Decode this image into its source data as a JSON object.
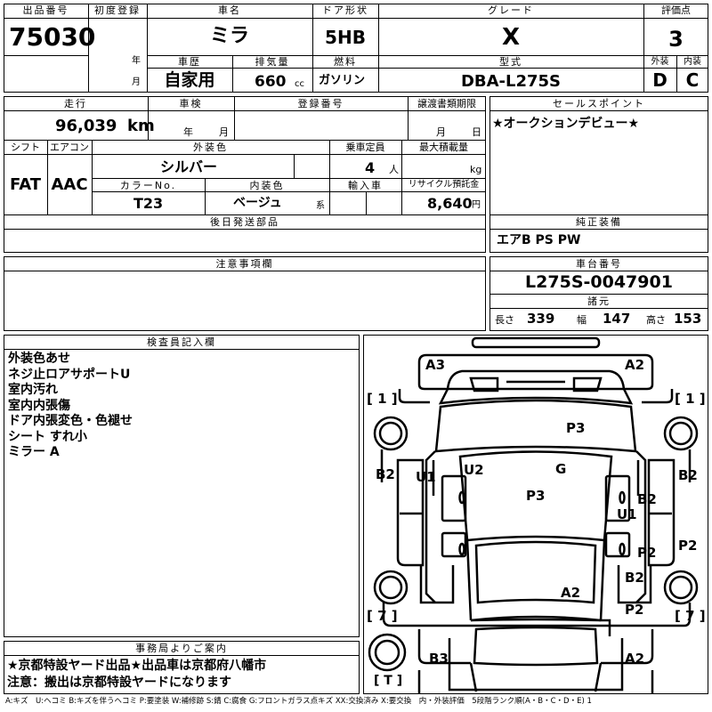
{
  "header": {
    "lot_label": "出品番号",
    "lot_number": "75030",
    "first_reg_label": "初度登録",
    "year_unit": "年",
    "month_unit": "月",
    "car_name_label": "車名",
    "car_name": "ミラ",
    "door_label": "ドア形状",
    "door": "5HB",
    "grade_label": "グレード",
    "grade": "X",
    "score_label": "評価点",
    "score": "3",
    "history_label": "車歴",
    "history": "自家用",
    "displacement_label": "排気量",
    "displacement": "660",
    "cc_unit": "cc",
    "fuel_label": "燃料",
    "fuel": "ガソリン",
    "model_label": "型式",
    "model": "DBA-L275S",
    "exterior_label": "外装",
    "exterior_grade": "D",
    "interior_label": "内装",
    "interior_grade": "C"
  },
  "row2": {
    "mileage_label": "走行",
    "mileage": "96,039",
    "km_unit": "km",
    "inspection_label": "車検",
    "insp_year_unit": "年",
    "insp_month_unit": "月",
    "reg_label": "登録番号",
    "transfer_label": "譲渡書類期限",
    "transfer_month_unit": "月",
    "transfer_day_unit": "日",
    "shift_label": "シフト",
    "shift": "FAT",
    "ac_label": "エアコン",
    "ac": "AAC",
    "color_label": "外装色",
    "color": "シルバー",
    "capacity_label": "乗車定員",
    "capacity": "4",
    "person_unit": "人",
    "maxload_label": "最大積載量",
    "kg_unit": "kg",
    "colorno_label": "カラーNo.",
    "colorno": "T23",
    "int_color_label": "内装色",
    "int_color": "ベージュ",
    "kei_unit": "系",
    "import_label": "輸入車",
    "recycle_label": "リサイクル預託金",
    "recycle": "8,640",
    "yen_unit": "円"
  },
  "sales_point": {
    "label": "セールスポイント",
    "text": "★オークションデビュー★"
  },
  "later_parts": {
    "label": "後日発送部品"
  },
  "equipment": {
    "label": "純正装備",
    "text": "エアB PS PW"
  },
  "notes": {
    "label": "注意事項欄"
  },
  "chassis": {
    "label": "車台番号",
    "number": "L275S-0047901"
  },
  "dims": {
    "label": "諸元",
    "length_label": "長さ",
    "length": "339",
    "width_label": "幅",
    "width": "147",
    "height_label": "高さ",
    "height": "153"
  },
  "inspector": {
    "label": "検査員記入欄",
    "lines": [
      "外装色あせ",
      "ネジ止ロアサポートU",
      "室内汚れ",
      "室内内張傷",
      "ドア内張変色・色褪せ",
      "シート すれ小",
      "ミラー A"
    ]
  },
  "office": {
    "label": "事務局よりご案内",
    "line1": "★京都特設ヤード出品★出品車は京都府八幡市",
    "line2": "注意：搬出は京都特設ヤードになります"
  },
  "diagram": {
    "marks": [
      "A3",
      "A2",
      "B2",
      "U1",
      "U2",
      "P3",
      "G",
      "P3",
      "B2",
      "U1",
      "B2",
      "P2",
      "P2",
      "B2",
      "A2",
      "P2",
      "B3",
      "A2"
    ],
    "side_left_top": "[ 1 ]",
    "side_right_top": "[ 1 ]",
    "side_left_bottom": "[ 7 ]",
    "side_right_bottom": "[ 7 ]",
    "bottom_tag": "[ T ]"
  },
  "legend": "A:キズ　U:ヘコミ B:キズを伴うヘコミ P:要塗装 W:補修跡 S:錆 C:腐食 G:フロントガラス点キズ XX:交換済み X:要交換　内・外装評価　5段階ランク順(A・B・C・D・E) 1"
}
